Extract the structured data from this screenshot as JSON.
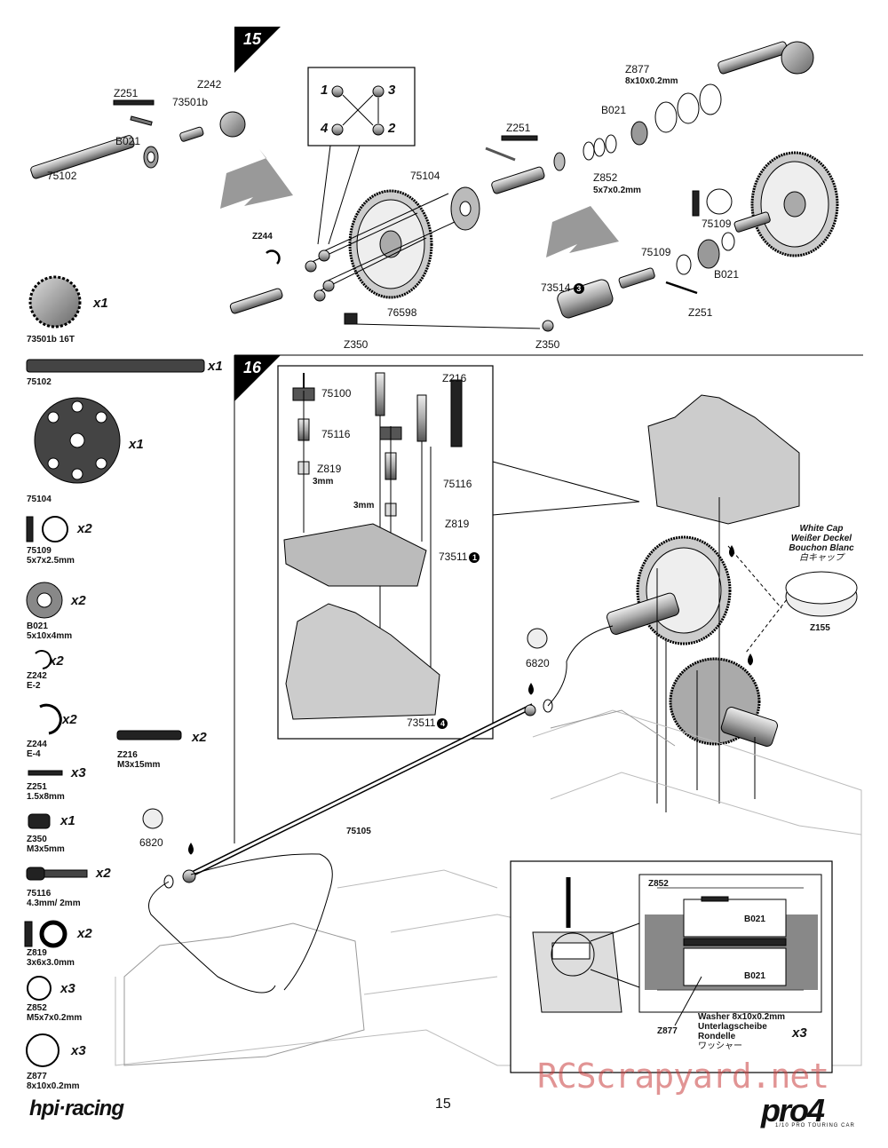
{
  "page": {
    "number": "15",
    "watermark": "RCScrapyard.net"
  },
  "brands": {
    "left": "hpi·racing",
    "right": "pro4",
    "right_sub": "1/10 PRO TOURING CAR"
  },
  "steps": {
    "s15": "15",
    "s16": "16"
  },
  "step15": {
    "order_numbers": [
      "1",
      "2",
      "3",
      "4"
    ],
    "labels": {
      "z251_a": "Z251",
      "z242": "Z242",
      "p73501b": "73501b",
      "b021_a": "B021",
      "p75102": "75102",
      "z244": "Z244",
      "p75104": "75104",
      "p76598": "76598",
      "z350_a": "Z350",
      "z251_b": "Z251",
      "z877": "Z877",
      "z877_spec": "8x10x0.2mm",
      "b021_b": "B021",
      "z852": "Z852",
      "z852_spec": "5x7x0.2mm",
      "p75109_a": "75109",
      "p75109_b": "75109",
      "b021_c": "B021",
      "p73514": "73514",
      "p73514_note": "3",
      "z251_c": "Z251",
      "z350_b": "Z350"
    }
  },
  "step16": {
    "labels": {
      "p75100": "75100",
      "p75116_a": "75116",
      "z819": "Z819",
      "z819_spec": "3mm",
      "z216": "Z216",
      "p75116_b": "75116",
      "spec3mm": "3mm",
      "z819_b": "Z819",
      "p73511_1": "73511",
      "p73511_1_n": "1",
      "p73511_4": "73511",
      "p73511_4_n": "4",
      "p6820_a": "6820",
      "p6820_b": "6820",
      "p75105": "75105",
      "z155": "Z155",
      "white_cap": [
        "White Cap",
        "Weißer Deckel",
        "Bouchon Blanc",
        "白キャップ"
      ]
    },
    "inset": {
      "z852": "Z852",
      "b021_top": "B021",
      "b021_bot": "B021",
      "z877": "Z877",
      "washer": [
        "Washer 8x10x0.2mm",
        "Unterlagscheibe",
        "Rondelle",
        "ワッシャー"
      ],
      "qty": "x3"
    }
  },
  "sidebar": [
    {
      "code": "73501b",
      "spec": "16T",
      "qty": "x1"
    },
    {
      "code": "75102",
      "spec": "",
      "qty": "x1"
    },
    {
      "code": "75104",
      "spec": "",
      "qty": "x1"
    },
    {
      "code": "75109",
      "spec": "5x7x2.5mm",
      "qty": "x2"
    },
    {
      "code": "B021",
      "spec": "5x10x4mm",
      "qty": "x2"
    },
    {
      "code": "Z242",
      "spec": "E-2",
      "qty": "x2"
    },
    {
      "code": "Z244",
      "spec": "E-4",
      "qty": "x2"
    },
    {
      "code": "Z216",
      "spec": "M3x15mm",
      "qty": "x2"
    },
    {
      "code": "Z251",
      "spec": "1.5x8mm",
      "qty": "x3"
    },
    {
      "code": "Z350",
      "spec": "M3x5mm",
      "qty": "x1"
    },
    {
      "code": "75116",
      "spec": "4.3mm/ 2mm",
      "qty": "x2"
    },
    {
      "code": "Z819",
      "spec": "3x6x3.0mm",
      "qty": "x2"
    },
    {
      "code": "Z852",
      "spec": "M5x7x0.2mm",
      "qty": "x3"
    },
    {
      "code": "Z877",
      "spec": "8x10x0.2mm",
      "qty": "x3"
    }
  ]
}
